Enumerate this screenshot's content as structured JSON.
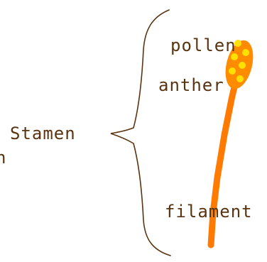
{
  "diagram": {
    "labels": {
      "stamen": "Stamen",
      "pollen": "pollen",
      "anther": "anther",
      "filament": "filament",
      "edge_fragment": "n"
    },
    "colors": {
      "label_text": "#5a3410",
      "bracket": "#5a3410",
      "filament": "#ff7a00",
      "anther": "#ff8c00",
      "pollen_grains": "#ffe000"
    }
  }
}
